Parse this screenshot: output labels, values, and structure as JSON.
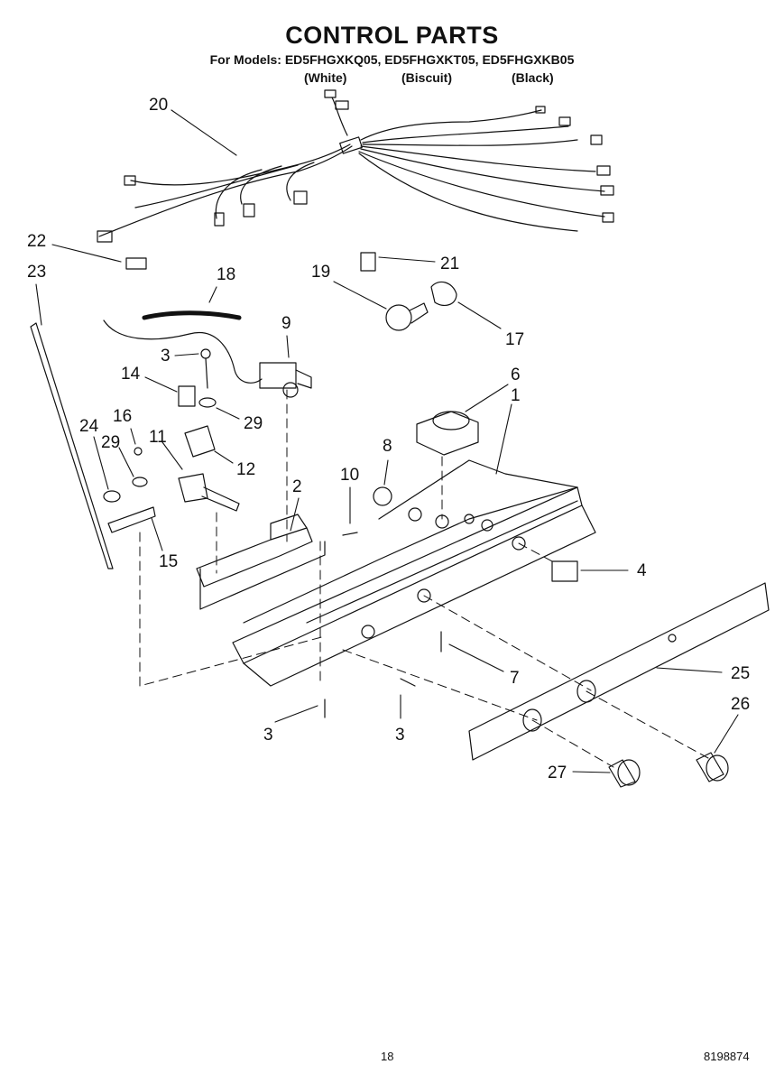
{
  "header": {
    "title": "CONTROL PARTS",
    "models_line": "For Models: ED5FHGXKQ05, ED5FHGXKT05, ED5FHGXKB05",
    "variants": [
      "(White)",
      "(Biscuit)",
      "(Black)"
    ]
  },
  "callouts": [
    "20",
    "22",
    "23",
    "18",
    "19",
    "21",
    "17",
    "9",
    "3",
    "14",
    "29",
    "16",
    "24",
    "29",
    "11",
    "12",
    "6",
    "1",
    "8",
    "10",
    "2",
    "15",
    "4",
    "7",
    "25",
    "3",
    "3",
    "26",
    "27"
  ],
  "footer": {
    "page_number": "18",
    "doc_number": "8198874"
  }
}
